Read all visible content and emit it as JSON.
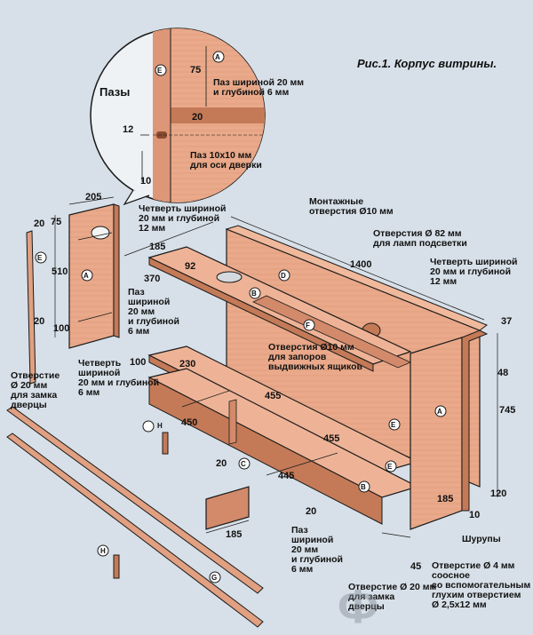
{
  "title": "Рис.1. Корпус витрины.",
  "colors": {
    "background": "#d7e0e8",
    "wood": "#e9a98a",
    "wood_dark": "#c47a57",
    "wood_edge": "#b0654a",
    "line": "#1a1a1a"
  },
  "detail": {
    "heading": "Пазы",
    "dim_75": "75",
    "dim_20": "20",
    "dim_12": "12",
    "dim_10": "10",
    "groove_main": [
      "Паз шириной 20 мм",
      "и глубиной 6 мм"
    ],
    "groove_axis": [
      "Паз 10х10 мм",
      "для оси дверки"
    ]
  },
  "letters": {
    "A": "A",
    "B": "B",
    "C": "C",
    "D": "D",
    "E": "E",
    "F": "F",
    "G": "G",
    "H": "H"
  },
  "notes": {
    "rebate_top": [
      "Четверть шириной",
      "20 мм и глубиной",
      "12 мм"
    ],
    "mount_holes": [
      "Монтажные",
      "отверстия Ø10 мм"
    ],
    "lamp_holes": [
      "Отверстия Ø 82 мм",
      "для ламп подсветки"
    ],
    "rebate_right": [
      "Четверть шириной",
      "20 мм и глубиной",
      "12 мм"
    ],
    "groove_left": [
      "Паз",
      "шириной",
      "20 мм",
      "и глубиной",
      "6 мм"
    ],
    "drawer_holes": [
      "Отверстия Ø10 мм",
      "для запоров",
      "выдвижных ящиков"
    ],
    "lock_hole": [
      "Отверстие",
      "Ø 20 мм",
      "для замка",
      "дверцы"
    ],
    "rebate_left": [
      "Четверть",
      "шириной",
      "20 мм и глубиной",
      "6 мм"
    ],
    "groove_bottom": [
      "Паз",
      "шириной",
      "20 мм",
      "и глубиной",
      "6 мм"
    ],
    "screws": "Шурупы",
    "hole_4": [
      "Отверстие Ø 4 мм",
      "соосное",
      "со вспомогательным",
      "глухим отверстием",
      "Ø 2,5х12 мм"
    ],
    "lock_hole_bottom": [
      "Отверстие Ø 20 мм",
      "для замка",
      "дверцы"
    ]
  },
  "dims": {
    "d205": "205",
    "d75": "75",
    "d20a": "20",
    "d510": "510",
    "d20b": "20",
    "d100a": "100",
    "d185a": "185",
    "d92": "92",
    "d370": "370",
    "d1400": "1400",
    "d37": "37",
    "d48": "48",
    "d745": "745",
    "d100b": "100",
    "d230": "230",
    "d455a": "455",
    "d455b": "455",
    "d450": "450",
    "d20c": "20",
    "d445": "445",
    "d20d": "20",
    "d185b": "185",
    "d185c": "185",
    "d120": "120",
    "d10": "10",
    "d45": "45"
  },
  "watermark": "Ф"
}
